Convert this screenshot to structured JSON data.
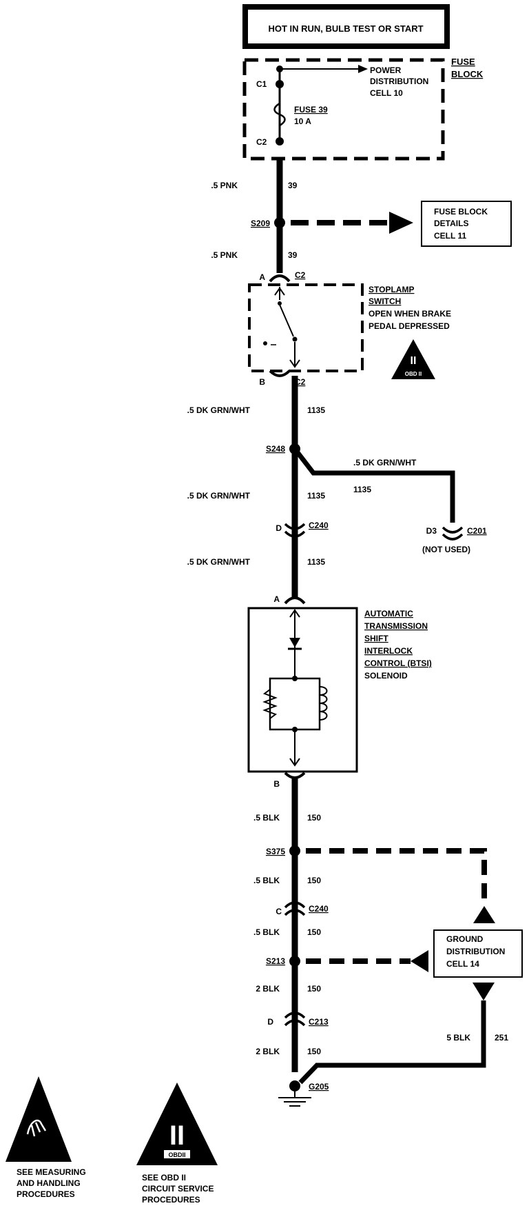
{
  "header": {
    "title": "HOT IN RUN, BULB TEST OR START"
  },
  "fuse_block": {
    "name_line1": "FUSE",
    "name_line2": "BLOCK",
    "c1": "C1",
    "c2": "C2",
    "power_line1": "POWER",
    "power_line2": "DISTRIBUTION",
    "power_line3": "CELL  10",
    "fuse_name": "FUSE  39",
    "fuse_rating": "10  A"
  },
  "wires": {
    "w1_gauge": ".5 PNK",
    "w1_num": "39",
    "w2_gauge": ".5 PNK",
    "w2_num": "39",
    "w3_gauge": ".5  DK  GRN/WHT",
    "w3_num": "1135",
    "w4_gauge": ".5  DK  GRN/WHT",
    "w4_num": "1135",
    "w5_gauge": ".5  DK  GRN/WHT",
    "w5_num": "1135",
    "branch_gauge": ".5  DK  GRN/WHT",
    "branch_num": "1135",
    "w6_gauge": ".5 BLK",
    "w6_num": "150",
    "w7_gauge": ".5  BLK",
    "w7_num": "150",
    "w8_gauge": ".5  BLK",
    "w8_num": "150",
    "w9_gauge": "2  BLK",
    "w9_num": "150",
    "w10_gauge": "2  BLK",
    "w10_num": "150",
    "w11_gauge": "5  BLK",
    "w11_num": "251"
  },
  "splices": {
    "s209": "S209",
    "s248": "S248",
    "s375": "S375",
    "s213": "S213"
  },
  "fuse_details": {
    "line1": "FUSE  BLOCK",
    "line2": "DETAILS",
    "line3": "CELL  11"
  },
  "stoplamp": {
    "pin_a": "A",
    "conn_top": "C2",
    "pin_b": "B",
    "conn_bottom": "C2",
    "name_line1": "STOPLAMP",
    "name_line2": "SWITCH",
    "desc_line1": "OPEN  WHEN  BRAKE",
    "desc_line2": "PEDAL  DEPRESSED"
  },
  "connectors": {
    "c240_pin_d": "D",
    "c240": "C240",
    "c201_pin": "D3",
    "c201": "C201",
    "c201_note": "(NOT USED)",
    "c240b_pin": "C",
    "c240b": "C240",
    "c213_pin": "D",
    "c213": "C213"
  },
  "solenoid": {
    "pin_a": "A",
    "pin_b": "B",
    "line1": "AUTOMATIC",
    "line2": "TRANSMISSION",
    "line3": "SHIFT",
    "line4": "INTERLOCK",
    "line5": "CONTROL (BTSI)",
    "line6": "SOLENOID"
  },
  "ground_dist": {
    "line1": "GROUND",
    "line2": "DISTRIBUTION",
    "line3": "CELL  14"
  },
  "ground": {
    "name": "G205"
  },
  "obd_small": {
    "numeral": "II",
    "caption": "OBD II"
  },
  "legend": {
    "esd_line1": "SEE MEASURING",
    "esd_line2": "AND HANDLING",
    "esd_line3": "PROCEDURES",
    "obd_numeral": "II",
    "obd_badge": "OBDII",
    "obd_line1": "SEE OBD II",
    "obd_line2": "CIRCUIT SERVICE",
    "obd_line3": "PROCEDURES"
  }
}
